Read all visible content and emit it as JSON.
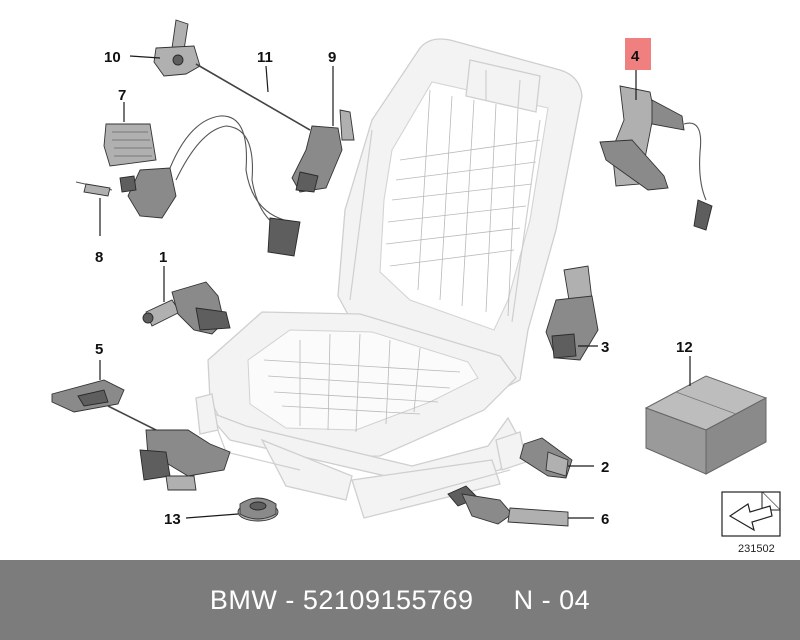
{
  "diagram": {
    "callouts": {
      "c1": "1",
      "c2": "2",
      "c3": "3",
      "c4": "4",
      "c5": "5",
      "c6": "6",
      "c7": "7",
      "c8": "8",
      "c9": "9",
      "c10": "10",
      "c11": "11",
      "c12": "12",
      "c13": "13"
    },
    "highlighted_callout": "4",
    "highlight_color": "#f08080",
    "reference_code": "231502",
    "icons": [
      "page-corner-arrow-icon"
    ]
  },
  "footer": {
    "brand": "BMW",
    "separator": " - ",
    "part_number": "52109155769",
    "gap": "     ",
    "position": "N - 04"
  }
}
